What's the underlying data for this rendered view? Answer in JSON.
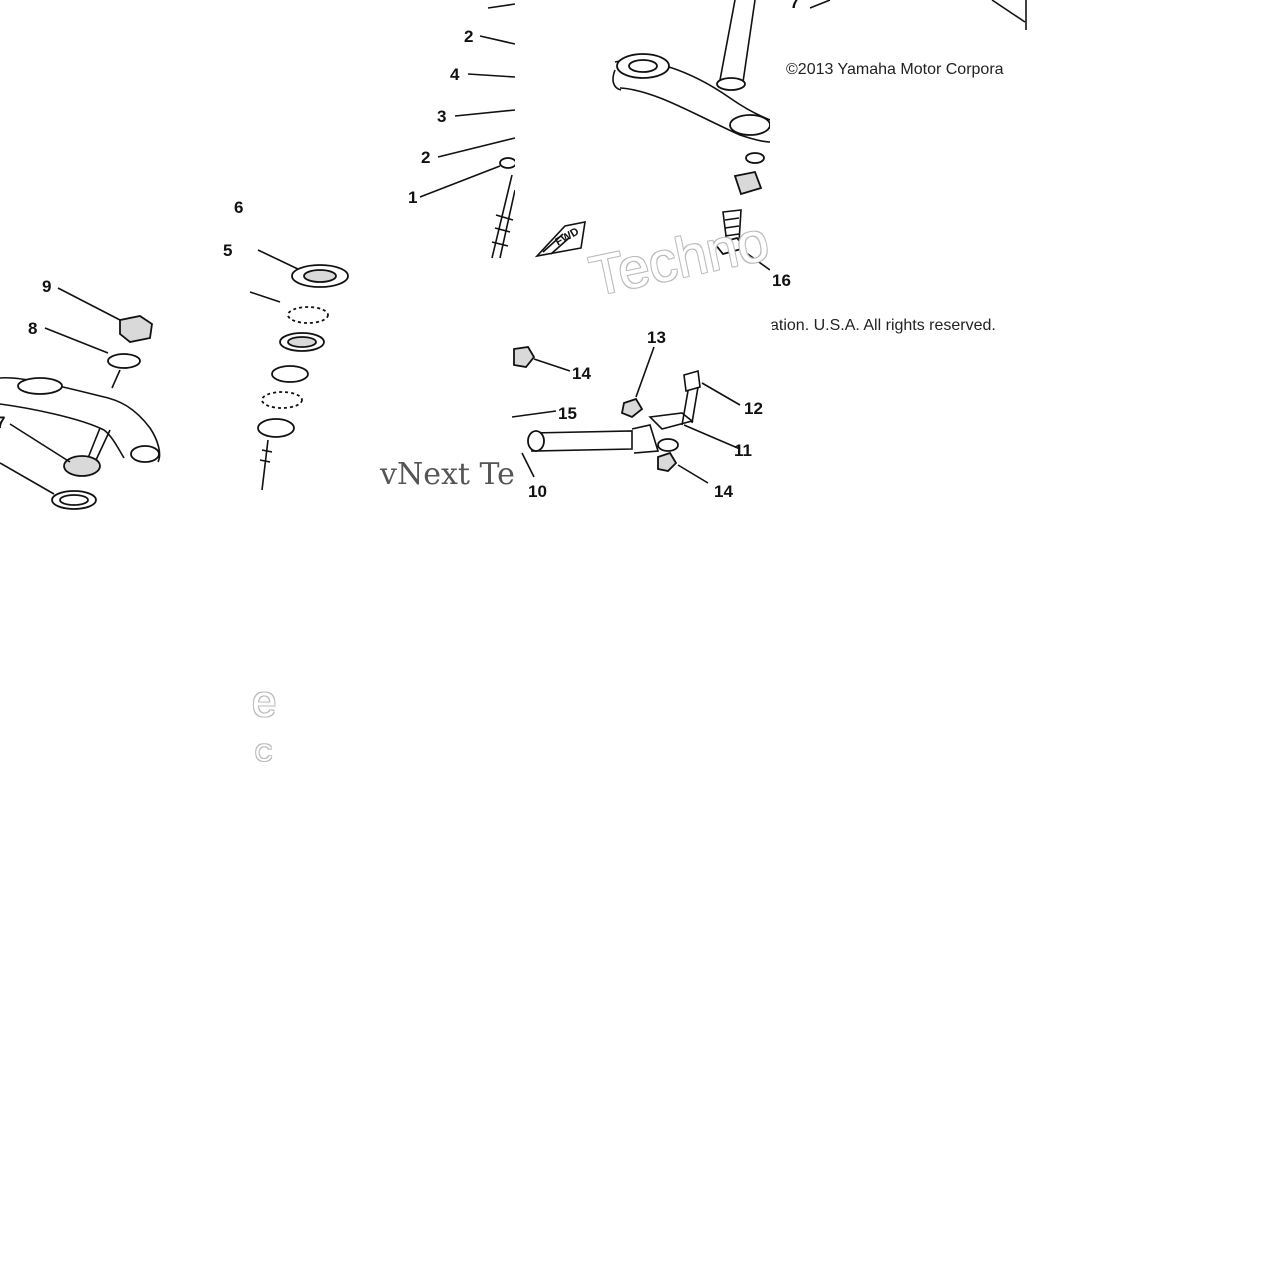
{
  "copyright": {
    "line1": "©2013 Yamaha Motor Corpora",
    "line2": "ation. U.S.A. All rights reserved."
  },
  "watermarks": {
    "serif": "vNext Te",
    "outline_upper": "Techno",
    "outline_lower_a": "e",
    "outline_lower_b": "C"
  },
  "callouts": {
    "c1": "1",
    "c2a": "2",
    "c2b": "2",
    "c3": "3",
    "c4": "4",
    "c5": "5",
    "c6": "6",
    "c7a": "7",
    "c7b": "7",
    "c8": "8",
    "c9": "9",
    "c10": "10",
    "c11": "11",
    "c12": "12",
    "c13": "13",
    "c14a": "14",
    "c14b": "14",
    "c15": "15",
    "c16": "16"
  },
  "stamp": "FWD"
}
